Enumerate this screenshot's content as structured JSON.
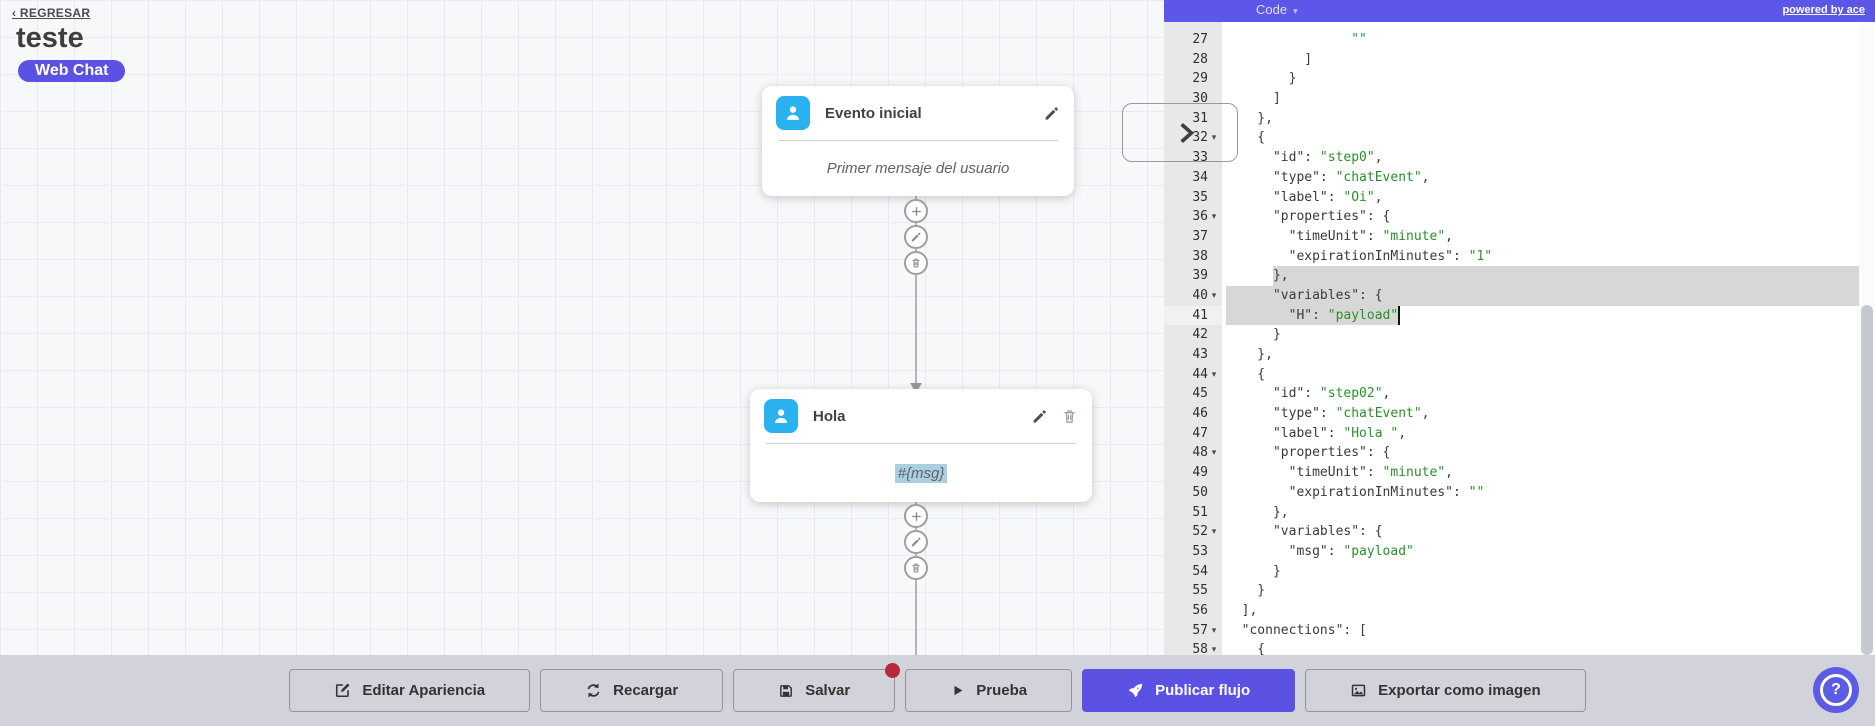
{
  "colors": {
    "accent": "#5b51e3",
    "panel_header": "#5d57e9",
    "node_icon_cyan": "#29b2ef",
    "badge_red": "#b6293a",
    "code_string_green": "#2c8f2c",
    "code_plain": "#3a3a3a",
    "selection_gray": "#d7d7d7",
    "msg_highlight_blue": "#a9cfe1"
  },
  "page": {
    "back_link": "‹ REGRESAR",
    "title": "teste",
    "channel_badge": "Web Chat"
  },
  "nodes": [
    {
      "title": "Evento inicial",
      "body": "Primer mensaje del usuario"
    },
    {
      "title": "Hola",
      "body": "#{msg}"
    }
  ],
  "node_actions": [
    {
      "name": "add-step-button",
      "icon": "plus"
    },
    {
      "name": "edit-connection-button",
      "icon": "pencil"
    },
    {
      "name": "delete-connection-button",
      "icon": "trash"
    }
  ],
  "code_panel": {
    "header_label": "Code",
    "header_caret": "▾",
    "powered_by": "powered by ace",
    "fold_caret": "▾",
    "lines": [
      {
        "n": "27",
        "pre": [
          [
            "p",
            "                "
          ],
          [
            "s",
            "\"\""
          ]
        ]
      },
      {
        "n": "28",
        "pre": [
          [
            "p",
            "          ]"
          ]
        ]
      },
      {
        "n": "29",
        "pre": [
          [
            "p",
            "        }"
          ]
        ]
      },
      {
        "n": "30",
        "pre": [
          [
            "p",
            "      ]"
          ]
        ]
      },
      {
        "n": "31",
        "pre": [
          [
            "p",
            "    },"
          ]
        ]
      },
      {
        "n": "32",
        "fold": true,
        "pre": [
          [
            "p",
            "    {"
          ]
        ]
      },
      {
        "n": "33",
        "pre": [
          [
            "p",
            "      \"id\": "
          ],
          [
            "s",
            "\"step0\""
          ],
          [
            "p",
            ","
          ]
        ]
      },
      {
        "n": "34",
        "pre": [
          [
            "p",
            "      \"type\": "
          ],
          [
            "s",
            "\"chatEvent\""
          ],
          [
            "p",
            ","
          ]
        ]
      },
      {
        "n": "35",
        "pre": [
          [
            "p",
            "      \"label\": "
          ],
          [
            "s",
            "\"Oi\""
          ],
          [
            "p",
            ","
          ]
        ]
      },
      {
        "n": "36",
        "fold": true,
        "pre": [
          [
            "p",
            "      \"properties\": {"
          ]
        ]
      },
      {
        "n": "37",
        "pre": [
          [
            "p",
            "        \"timeUnit\": "
          ],
          [
            "s",
            "\"minute\""
          ],
          [
            "p",
            ","
          ]
        ]
      },
      {
        "n": "38",
        "pre": [
          [
            "p",
            "        \"expirationInMinutes\": "
          ],
          [
            "s",
            "\"1\""
          ]
        ]
      },
      {
        "n": "39",
        "pre": [
          [
            "p",
            "      "
          ]
        ],
        "sel": [
          [
            "p",
            "},"
          ]
        ],
        "fill": true
      },
      {
        "n": "40",
        "fold": true,
        "sel": [
          [
            "p",
            "      \"variables\": {"
          ]
        ],
        "fill": true
      },
      {
        "n": "41",
        "active": true,
        "sel": [
          [
            "p",
            "        \"H\": "
          ],
          [
            "s",
            "\"payload\""
          ]
        ],
        "cursor": true
      },
      {
        "n": "42",
        "pre": [
          [
            "p",
            "      }"
          ]
        ]
      },
      {
        "n": "43",
        "pre": [
          [
            "p",
            "    },"
          ]
        ]
      },
      {
        "n": "44",
        "fold": true,
        "pre": [
          [
            "p",
            "    {"
          ]
        ]
      },
      {
        "n": "45",
        "pre": [
          [
            "p",
            "      \"id\": "
          ],
          [
            "s",
            "\"step02\""
          ],
          [
            "p",
            ","
          ]
        ]
      },
      {
        "n": "46",
        "pre": [
          [
            "p",
            "      \"type\": "
          ],
          [
            "s",
            "\"chatEvent\""
          ],
          [
            "p",
            ","
          ]
        ]
      },
      {
        "n": "47",
        "pre": [
          [
            "p",
            "      \"label\": "
          ],
          [
            "s",
            "\"Hola \""
          ],
          [
            "p",
            ","
          ]
        ]
      },
      {
        "n": "48",
        "fold": true,
        "pre": [
          [
            "p",
            "      \"properties\": {"
          ]
        ]
      },
      {
        "n": "49",
        "pre": [
          [
            "p",
            "        \"timeUnit\": "
          ],
          [
            "s",
            "\"minute\""
          ],
          [
            "p",
            ","
          ]
        ]
      },
      {
        "n": "50",
        "pre": [
          [
            "p",
            "        \"expirationInMinutes\": "
          ],
          [
            "s",
            "\"\""
          ]
        ]
      },
      {
        "n": "51",
        "pre": [
          [
            "p",
            "      },"
          ]
        ]
      },
      {
        "n": "52",
        "fold": true,
        "pre": [
          [
            "p",
            "      \"variables\": {"
          ]
        ]
      },
      {
        "n": "53",
        "pre": [
          [
            "p",
            "        \"msg\": "
          ],
          [
            "s",
            "\"payload\""
          ]
        ]
      },
      {
        "n": "54",
        "pre": [
          [
            "p",
            "      }"
          ]
        ]
      },
      {
        "n": "55",
        "pre": [
          [
            "p",
            "    }"
          ]
        ]
      },
      {
        "n": "56",
        "pre": [
          [
            "p",
            "  ],"
          ]
        ]
      },
      {
        "n": "57",
        "fold": true,
        "pre": [
          [
            "p",
            "  \"connections\": ["
          ]
        ]
      },
      {
        "n": "58",
        "fold": true,
        "pre": [
          [
            "p",
            "    {"
          ]
        ]
      }
    ]
  },
  "toolbar": {
    "buttons": [
      {
        "name": "edit-appearance-button",
        "icon": "edit-square",
        "label": "Editar Apariencia"
      },
      {
        "name": "reload-button",
        "icon": "refresh",
        "label": "Recargar"
      },
      {
        "name": "save-button",
        "icon": "save",
        "label": "Salvar",
        "badge": true
      },
      {
        "name": "test-button",
        "icon": "play",
        "label": "Prueba"
      },
      {
        "name": "publish-flow-button",
        "icon": "rocket",
        "label": "Publicar flujo",
        "primary": true
      },
      {
        "name": "export-image-button",
        "icon": "image",
        "label": "Exportar como imagen"
      }
    ]
  },
  "help_button": {
    "label": "?"
  }
}
